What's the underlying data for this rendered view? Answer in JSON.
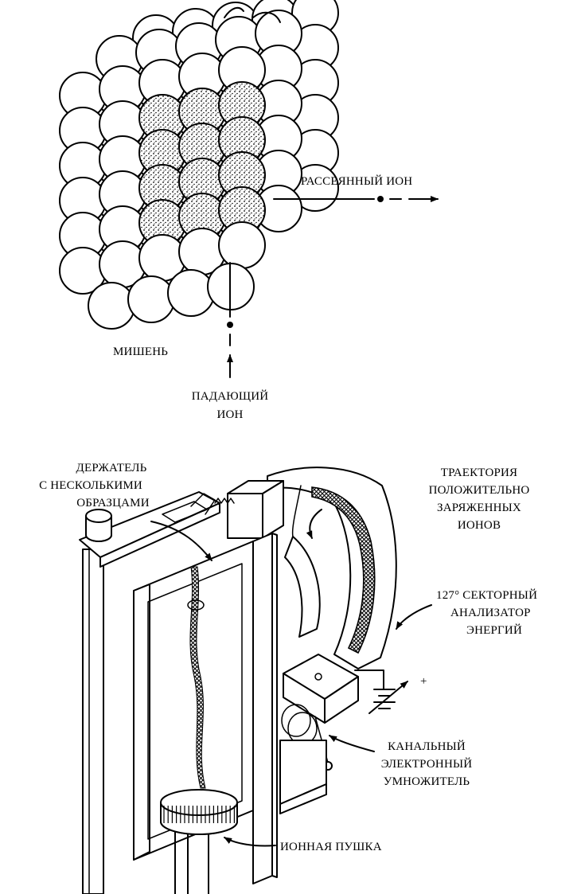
{
  "target_diagram": {
    "scattered_ion_label": "РАССЕЯННЫЙ ИОН",
    "target_label": "МИШЕНЬ",
    "incident_ion_label": [
      "ПАДАЮЩИЙ",
      "ИОН"
    ]
  },
  "apparatus_diagram": {
    "sample_holder_label": [
      "ДЕРЖАТЕЛЬ",
      "С НЕСКОЛЬКИМИ",
      "ОБРАЗЦАМИ"
    ],
    "ion_trajectory_label": [
      "ТРАЕКТОРИЯ",
      "ПОЛОЖИТЕЛЬНО",
      "ЗАРЯЖЕННЫХ",
      "ИОНОВ"
    ],
    "analyzer_label": [
      "127° СЕКТОРНЫЙ",
      "АНАЛИЗАТОР",
      "ЭНЕРГИЙ"
    ],
    "plus_sign": "+",
    "multiplier_label": [
      "КАНАЛЬНЫЙ",
      "ЭЛЕКТРОННЫЙ",
      "УМНОЖИТЕЛЬ"
    ],
    "ion_gun_label": "ИОННАЯ ПУШКА"
  },
  "colors": {
    "ink": "#000000",
    "paper": "#ffffff"
  }
}
